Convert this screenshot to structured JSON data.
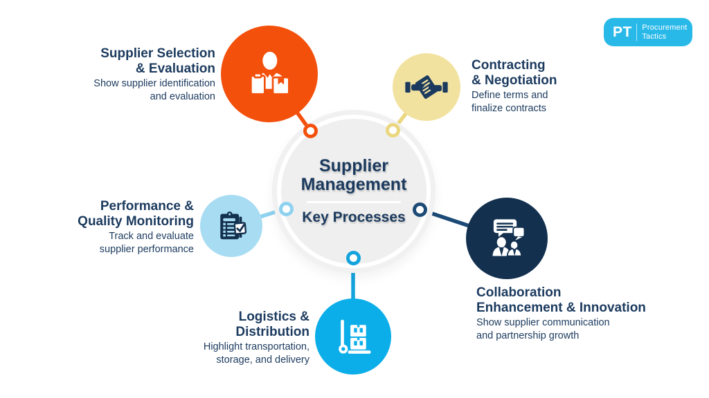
{
  "page": {
    "background": "#FFFFFF",
    "text_color": "#1B3A5E"
  },
  "logo": {
    "initials": "PT",
    "name_line1": "Procurement",
    "name_line2": "Tactics",
    "bg_color": "#29B9E9",
    "text_color": "#FFFFFF"
  },
  "center": {
    "title_line1": "Supplier",
    "title_line2": "Management",
    "subtitle": "Key Processes",
    "text_color": "#1B3A5E",
    "disc_color": "#EFEFEF",
    "outer_ring_color": "#F1F1F1"
  },
  "nodes": [
    {
      "id": "supplier-selection",
      "title_lines": [
        "Supplier Selection",
        "& Evaluation"
      ],
      "desc_lines": [
        "Show supplier identification",
        "and evaluation"
      ],
      "circle_color": "#F3500C",
      "connector_color": "#F3500C",
      "icon": "supplier-person-icon",
      "icon_color": "#FFFFFF"
    },
    {
      "id": "contracting",
      "title_lines": [
        "Contracting",
        "& Negotiation"
      ],
      "desc_lines": [
        "Define terms and",
        "finalize contracts"
      ],
      "circle_color": "#F2E2A0",
      "connector_color": "#EBD77F",
      "icon": "contract-handshake-icon",
      "icon_color": "#1B3A5E"
    },
    {
      "id": "performance",
      "title_lines": [
        "Performance &",
        "Quality Monitoring"
      ],
      "desc_lines": [
        "Track and evaluate",
        "supplier performance"
      ],
      "circle_color": "#A8DCF2",
      "connector_color": "#8FD2EF",
      "icon": "clipboard-checklist-icon",
      "icon_color": "#13304F"
    },
    {
      "id": "collaboration",
      "title_lines": [
        "Collaboration",
        "Enhancement & Innovation"
      ],
      "desc_lines": [
        "Show supplier communication",
        "and partnership growth"
      ],
      "circle_color": "#13304F",
      "connector_color": "#1D4B77",
      "icon": "team-chat-icon",
      "icon_color": "#FFFFFF"
    },
    {
      "id": "logistics",
      "title_lines": [
        "Logistics &",
        "Distribution"
      ],
      "desc_lines": [
        "Highlight transportation,",
        "storage, and delivery"
      ],
      "circle_color": "#0BAEE9",
      "connector_color": "#14A3DC",
      "icon": "handtruck-boxes-icon",
      "icon_color": "#FFFFFF"
    }
  ]
}
